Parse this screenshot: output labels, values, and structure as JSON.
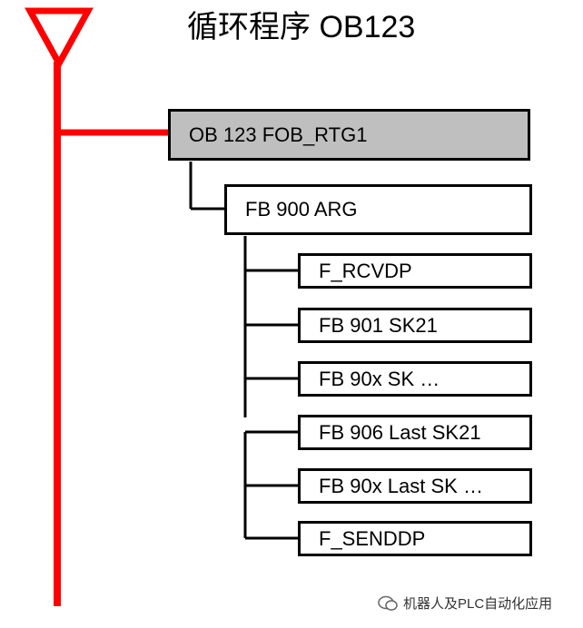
{
  "title": "循环程序 OB123",
  "root_block": "OB 123 FOB_RTG1",
  "child_block": "FB 900 ARG",
  "sub_blocks": [
    "F_RCVDP",
    "FB 901 SK21",
    "FB 90x SK …",
    "FB 906 Last SK21",
    "FB 90x Last SK …",
    "F_SENDDP"
  ],
  "watermark": "机器人及PLC自动化应用",
  "colors": {
    "rung": "#ff0000",
    "root_fill": "#bfbfbf"
  }
}
